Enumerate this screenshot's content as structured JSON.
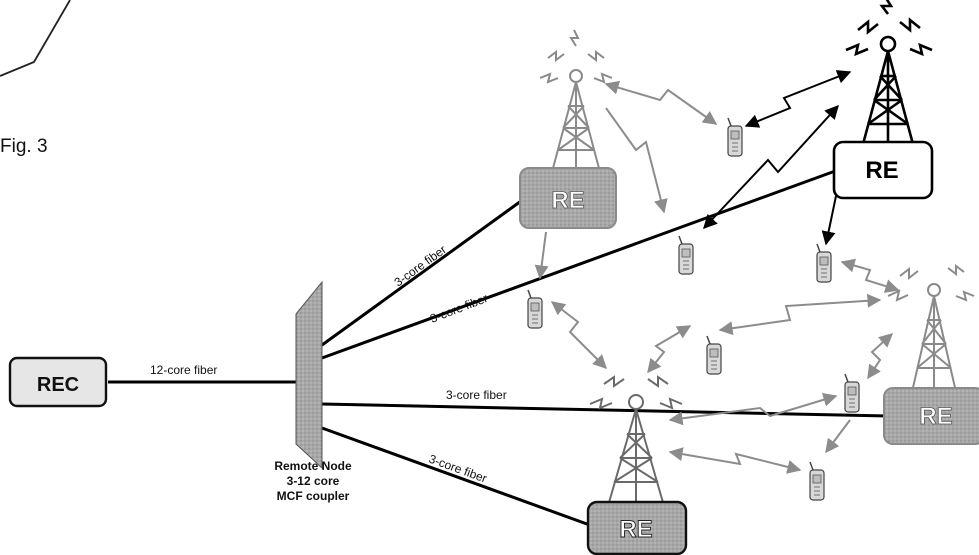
{
  "figure": {
    "label": "Fig. 3"
  },
  "nodes": {
    "rec": "REC",
    "re_top": "RE",
    "re_right_top": "RE",
    "re_right": "RE",
    "re_bottom": "RE"
  },
  "fibers": {
    "trunk": "12-core fiber",
    "branch_1": "3-core fiber",
    "branch_2": "3-core fiber",
    "branch_3": "3-core fiber",
    "branch_4": "3-core fiber"
  },
  "remote_node": {
    "line1": "Remote Node",
    "line2": "3-12 core",
    "line3": "MCF coupler"
  },
  "colors": {
    "fiber": "#000000",
    "grey_fill": "#a8a8a8",
    "light_fill": "#e6e6e6",
    "grey_link": "#8c8c8c"
  }
}
